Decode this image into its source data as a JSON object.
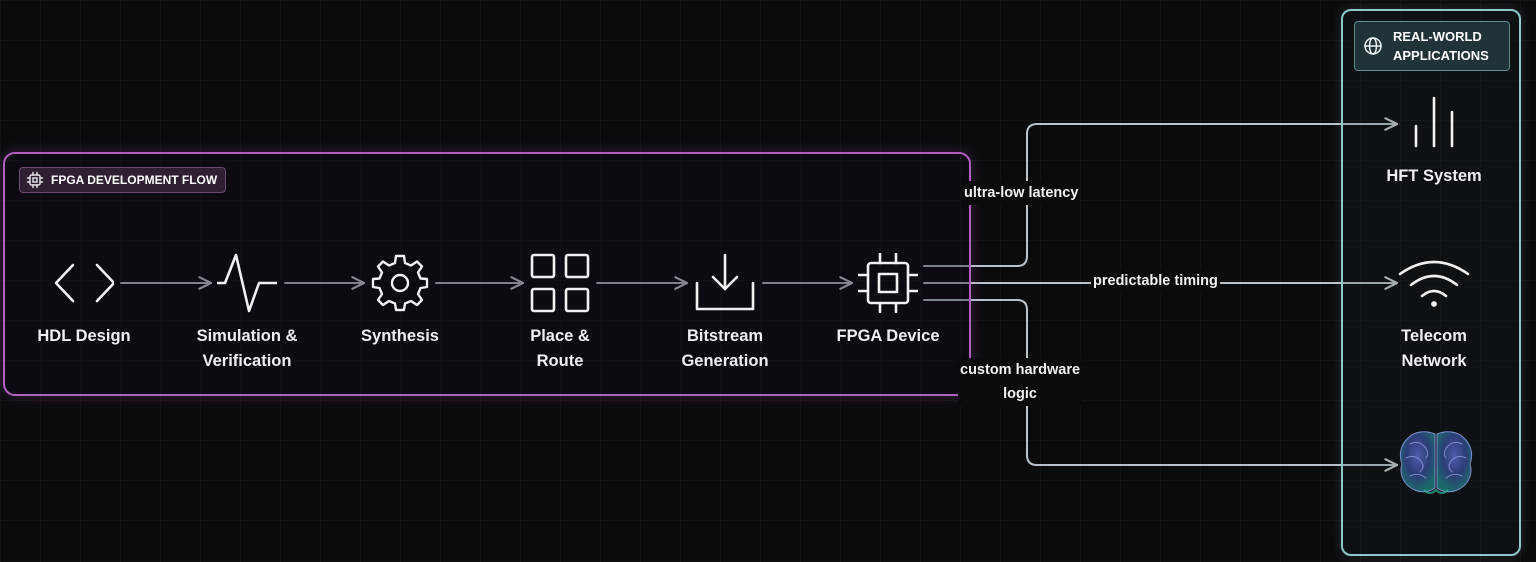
{
  "flow": {
    "header": "FPGA DEVELOPMENT FLOW",
    "steps": [
      {
        "label": "HDL Design",
        "icon": "code-brackets-icon"
      },
      {
        "label": "Simulation &\nVerification",
        "icon": "pulse-waveform-icon"
      },
      {
        "label": "Synthesis",
        "icon": "gear-icon"
      },
      {
        "label": "Place &\nRoute",
        "icon": "grid-squares-icon"
      },
      {
        "label": "Bitstream\nGeneration",
        "icon": "download-tray-icon"
      },
      {
        "label": "FPGA Device",
        "icon": "chip-icon"
      }
    ]
  },
  "connections": [
    {
      "label": "ultra-low latency",
      "target": "HFT System"
    },
    {
      "label": "predictable timing",
      "target": "Telecom Network"
    },
    {
      "label": "custom hardware\nlogic",
      "target": "brain"
    }
  ],
  "apps": {
    "header": "REAL-WORLD\nAPPLICATIONS",
    "items": [
      {
        "label": "HFT System",
        "icon": "bar-signal-icon"
      },
      {
        "label": "Telecom\nNetwork",
        "icon": "wifi-icon"
      },
      {
        "label": "",
        "icon": "brain-icon"
      }
    ]
  },
  "colors": {
    "background": "#0b0b0e",
    "flow_border": "#b25fbf",
    "apps_border": "#8ec9c9",
    "wire": "#cfd6dc"
  }
}
